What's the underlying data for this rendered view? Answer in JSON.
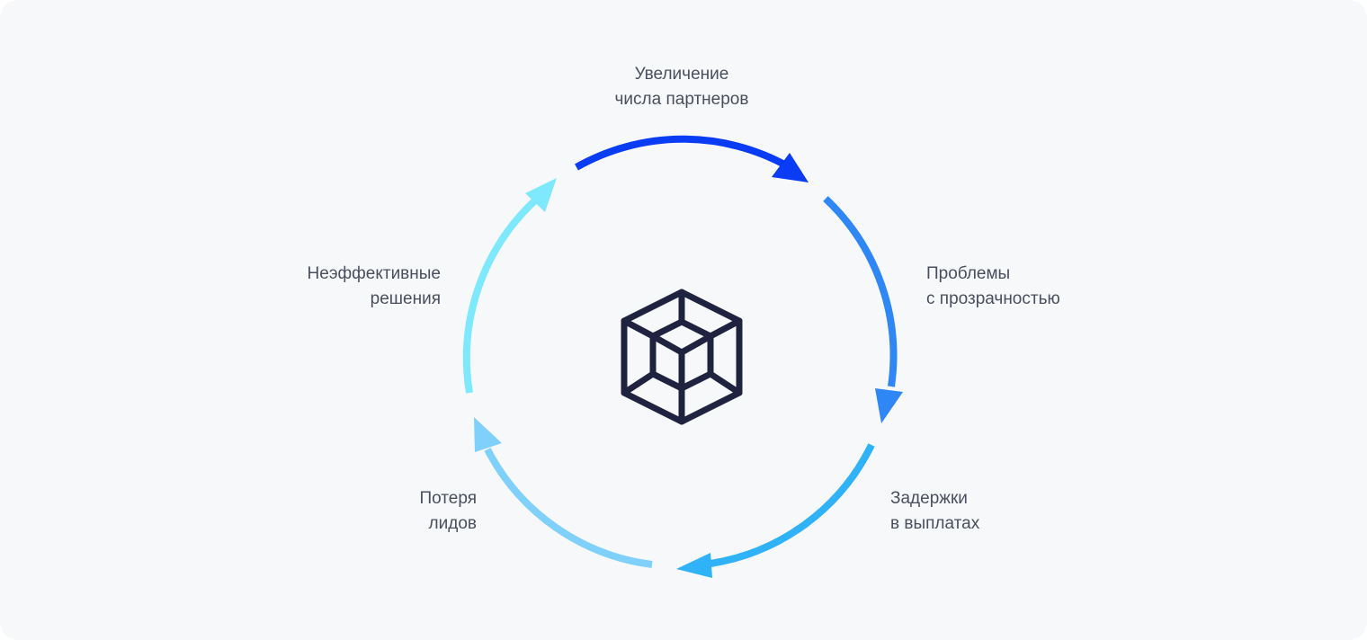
{
  "stages": [
    {
      "id": "partners-growth",
      "line1": "Увеличение",
      "line2": "числа партнеров",
      "color": "#0a3cf5"
    },
    {
      "id": "transparency",
      "line1": "Проблемы",
      "line2": "с прозрачностью",
      "color": "#2f86f5"
    },
    {
      "id": "payout-delays",
      "line1": "Задержки",
      "line2": "в выплатах",
      "color": "#30b2f8"
    },
    {
      "id": "lead-loss",
      "line1": "Потеря",
      "line2": "лидов",
      "color": "#7fd0fb"
    },
    {
      "id": "inefficient-solutions",
      "line1": "Неэффективные",
      "line2": "решения",
      "color": "#7ee8fc"
    }
  ],
  "center_icon": "cube-icon",
  "icon_color": "#1f2340",
  "background": "#f7f8fa"
}
